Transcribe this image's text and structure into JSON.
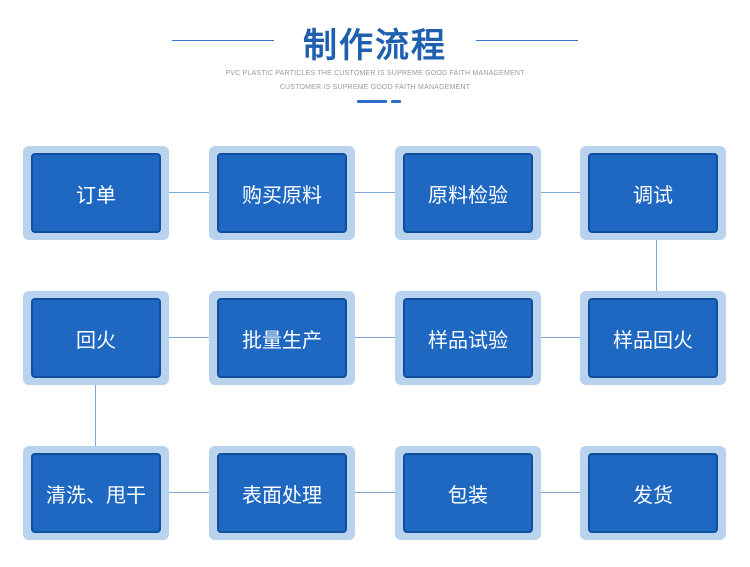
{
  "header": {
    "title": "制作流程",
    "subtitle_line1": "PVC PLASTIC PARTICLES THE CUSTOMER IS SUPREME GOOD FAITH MANAGEMENT",
    "subtitle_line2": "CUSTOMER IS SUPREME GOOD FAITH MANAGEMENT"
  },
  "colors": {
    "primary": "#1e68c2",
    "frame": "#b9d3ee",
    "connector": "#7aa7d9",
    "title": "#1f5fb0"
  },
  "steps": [
    {
      "label": "订单"
    },
    {
      "label": "购买原料"
    },
    {
      "label": "原料检验"
    },
    {
      "label": "调试"
    },
    {
      "label": "样品回火"
    },
    {
      "label": "样品试验"
    },
    {
      "label": "批量生产"
    },
    {
      "label": "回火"
    },
    {
      "label": "清洗、甩干"
    },
    {
      "label": "表面处理"
    },
    {
      "label": "包装"
    },
    {
      "label": "发货"
    }
  ]
}
